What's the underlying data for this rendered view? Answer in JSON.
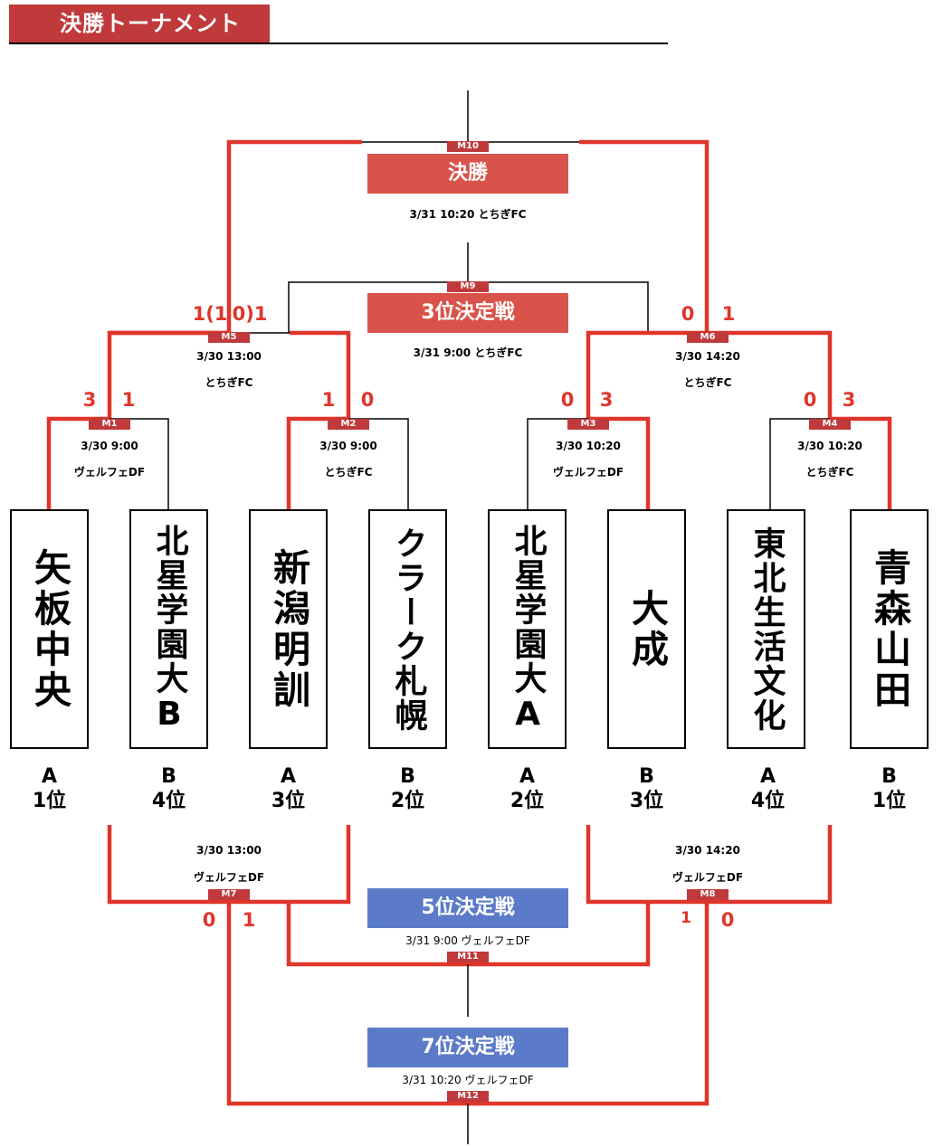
{
  "header": {
    "title": "決勝トーナメント"
  },
  "teams": [
    {
      "name": "矢板中央",
      "group": "A",
      "rank": "1位"
    },
    {
      "name": "北星学園大B",
      "group": "B",
      "rank": "4位"
    },
    {
      "name": "新潟明訓",
      "group": "A",
      "rank": "3位"
    },
    {
      "name": "クラーク札幌",
      "group": "B",
      "rank": "2位"
    },
    {
      "name": "北星学園大A",
      "group": "A",
      "rank": "2位"
    },
    {
      "name": "大成",
      "group": "B",
      "rank": "3位"
    },
    {
      "name": "東北生活文化",
      "group": "A",
      "rank": "4位"
    },
    {
      "name": "青森山田",
      "group": "B",
      "rank": "1位"
    }
  ],
  "matches": {
    "M1": {
      "tag": "M1",
      "date": "3/30 9:00",
      "venue": "ヴェルフェDF",
      "score_left": "3",
      "score_right": "1"
    },
    "M2": {
      "tag": "M2",
      "date": "3/30 9:00",
      "venue": "とちぎFC",
      "score_left": "1",
      "score_right": "0"
    },
    "M3": {
      "tag": "M3",
      "date": "3/30 10:20",
      "venue": "ヴェルフェDF",
      "score_left": "0",
      "score_right": "3"
    },
    "M4": {
      "tag": "M4",
      "date": "3/30 10:20",
      "venue": "とちぎFC",
      "score_left": "0",
      "score_right": "3"
    },
    "M5": {
      "tag": "M5",
      "date": "3/30 13:00",
      "venue": "とちぎFC",
      "score_left": "1(1",
      "score_right": "0)1"
    },
    "M6": {
      "tag": "M6",
      "date": "3/30 14:20",
      "venue": "とちぎFC",
      "score_left": "0",
      "score_right": "1"
    },
    "M7": {
      "tag": "M7",
      "date": "3/30 13:00",
      "venue": "ヴェルフェDF",
      "score_left": "0",
      "score_right": "1"
    },
    "M8": {
      "tag": "M8",
      "date": "3/30 14:20",
      "venue": "ヴェルフェDF",
      "score_left": "1",
      "score_right": "0"
    },
    "M9": {
      "tag": "M9",
      "label": "3位決定戦",
      "schedule": "3/31 9:00 とちぎFC"
    },
    "M10": {
      "tag": "M10",
      "label": "決勝",
      "schedule": "3/31 10:20 とちぎFC"
    },
    "M11": {
      "tag": "M11",
      "label": "5位決定戦",
      "schedule": "3/31 9:00 ヴェルフェDF"
    },
    "M12": {
      "tag": "M12",
      "label": "7位決定戦",
      "schedule": "3/31 10:20 ヴェルフェDF"
    }
  },
  "colors": {
    "red_line": "#e0352b",
    "red_box": "#d9534a",
    "blue_box": "#5b7bc8",
    "banner": "#c0393b"
  }
}
